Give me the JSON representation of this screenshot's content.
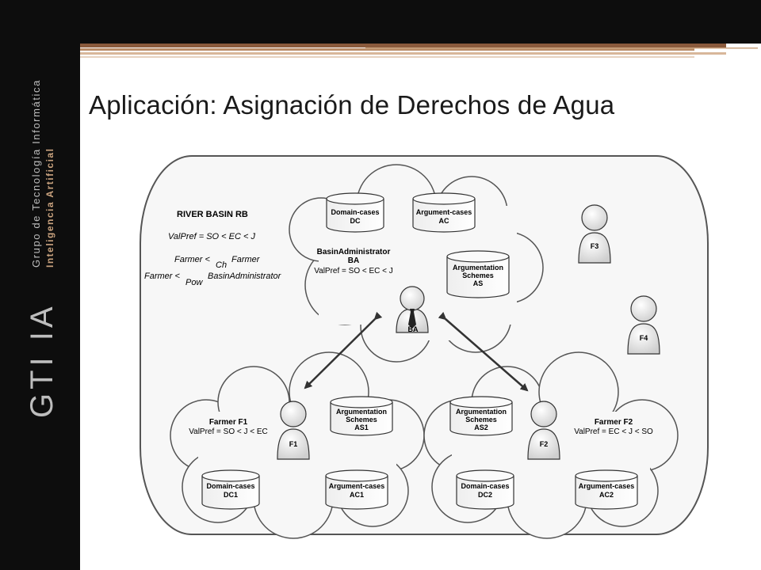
{
  "slide": {
    "title": "Aplicación: Asignación de Derechos de Agua"
  },
  "logo": {
    "line1": "Grupo de Tecnología Informática",
    "line2": "Inteligencia Artificial",
    "mark": "GTI IA"
  },
  "colors": {
    "sidebar": "#0d0d0d",
    "accent_brown": "#8a5a3c",
    "accent_tan": "#d8b79a",
    "logo_text": "#bdbdbd",
    "logo_highlight": "#c9a27e"
  },
  "diagram": {
    "river_basin": {
      "label": "RIVER BASIN RB",
      "valpref": "ValPref = SO < EC < J",
      "rel1_left": "Farmer <",
      "rel1_sub": "Ch",
      "rel1_right": "Farmer",
      "rel2_left": "Farmer <",
      "rel2_sub": "Pow",
      "rel2_right": "BasinAdministrator"
    },
    "ba_cloud": {
      "name_line1": "BasinAdministrator",
      "name_line2": "BA",
      "valpref": "ValPref = SO < EC < J",
      "db_dc": [
        "Domain-cases",
        "DC"
      ],
      "db_ac": [
        "Argument-cases",
        "AC"
      ],
      "db_as": [
        "Argumentation",
        "Schemes",
        "AS"
      ],
      "agent_label": "BA"
    },
    "f1_cloud": {
      "name": "Farmer F1",
      "valpref": "ValPref = SO < J < EC",
      "db_as1": [
        "Argumentation",
        "Schemes",
        "AS1"
      ],
      "db_dc1": [
        "Domain-cases",
        "DC1"
      ],
      "db_ac1": [
        "Argument-cases",
        "AC1"
      ],
      "agent_label": "F1"
    },
    "f2_cloud": {
      "name": "Farmer F2",
      "valpref": "ValPref = EC < J < SO",
      "db_as2": [
        "Argumentation",
        "Schemes",
        "AS2"
      ],
      "db_dc2": [
        "Domain-cases",
        "DC2"
      ],
      "db_ac2": [
        "Argument-cases",
        "AC2"
      ],
      "agent_label": "F2"
    },
    "free_agents": {
      "f3": "F3",
      "f4": "F4"
    }
  }
}
